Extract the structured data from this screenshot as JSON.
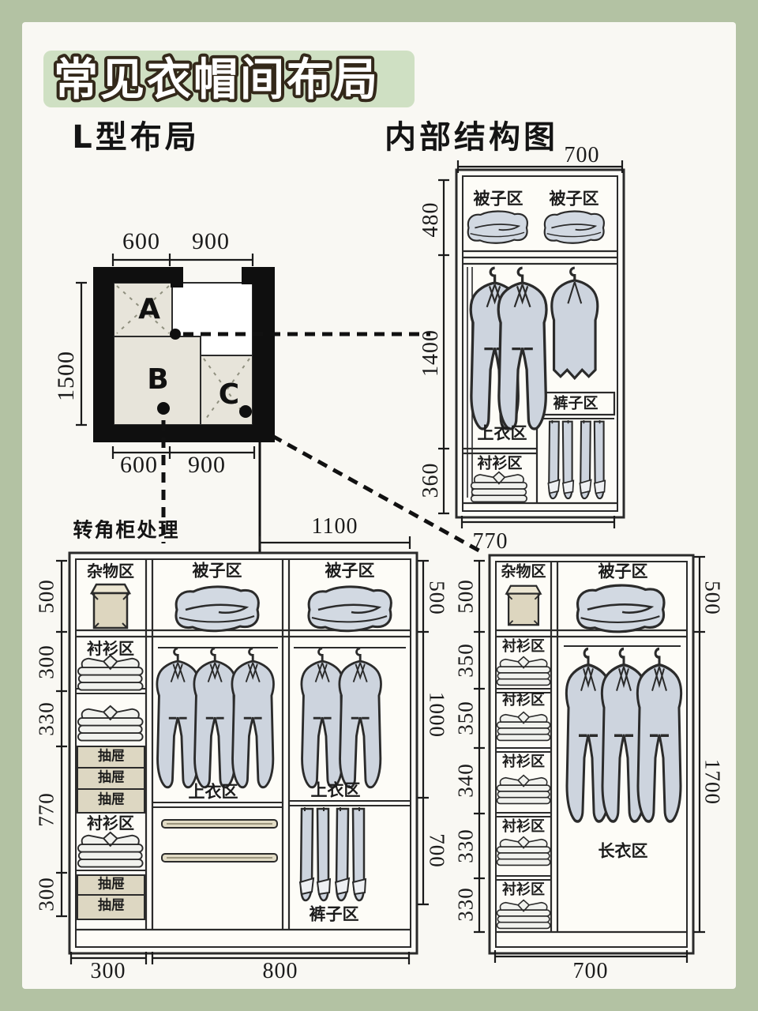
{
  "title": "常见衣帽间布局",
  "sections": {
    "l_layout": "L型布局",
    "internal_structure": "内部结构图",
    "corner_cabinet": "转角柜处理"
  },
  "zone_labels": {
    "quilt": "被子区",
    "misc": "杂物区",
    "shirt": "衬衫区",
    "tops": "上衣区",
    "pants": "裤子区",
    "long_clothes": "长衣区",
    "drawer": "抽屉"
  },
  "floor_plan": {
    "zones": [
      "A",
      "B",
      "C"
    ],
    "dim_top": [
      "600",
      "900"
    ],
    "dim_left": "1500",
    "dim_bottom": [
      "600",
      "900"
    ]
  },
  "cabinet_internal": {
    "dim_top": "700",
    "dim_left": [
      "480",
      "1400",
      "360"
    ],
    "dim_bottom": "770"
  },
  "cabinet_corner": {
    "dim_top": "1100",
    "dim_left": [
      "500",
      "300",
      "330",
      "770",
      "300"
    ],
    "dim_right": [
      "500",
      "1000",
      "700"
    ],
    "dim_bottom": [
      "300",
      "800"
    ]
  },
  "cabinet_right": {
    "dim_left": [
      "500",
      "350",
      "350",
      "340",
      "330",
      "330"
    ],
    "dim_right": [
      "500",
      "1700"
    ],
    "dim_bottom": "700"
  },
  "colors": {
    "background_green": "#b3c2a3",
    "card": "#f9f8f3",
    "title_pill": "#cfe0c3",
    "title_fill": "#ffffff",
    "title_stroke": "#33281a",
    "line_ink": "#2b2b2b",
    "cloth_blue": "#cdd4de",
    "wood_beige": "#ddd7c2",
    "plan_fill": "#e7e4da"
  }
}
